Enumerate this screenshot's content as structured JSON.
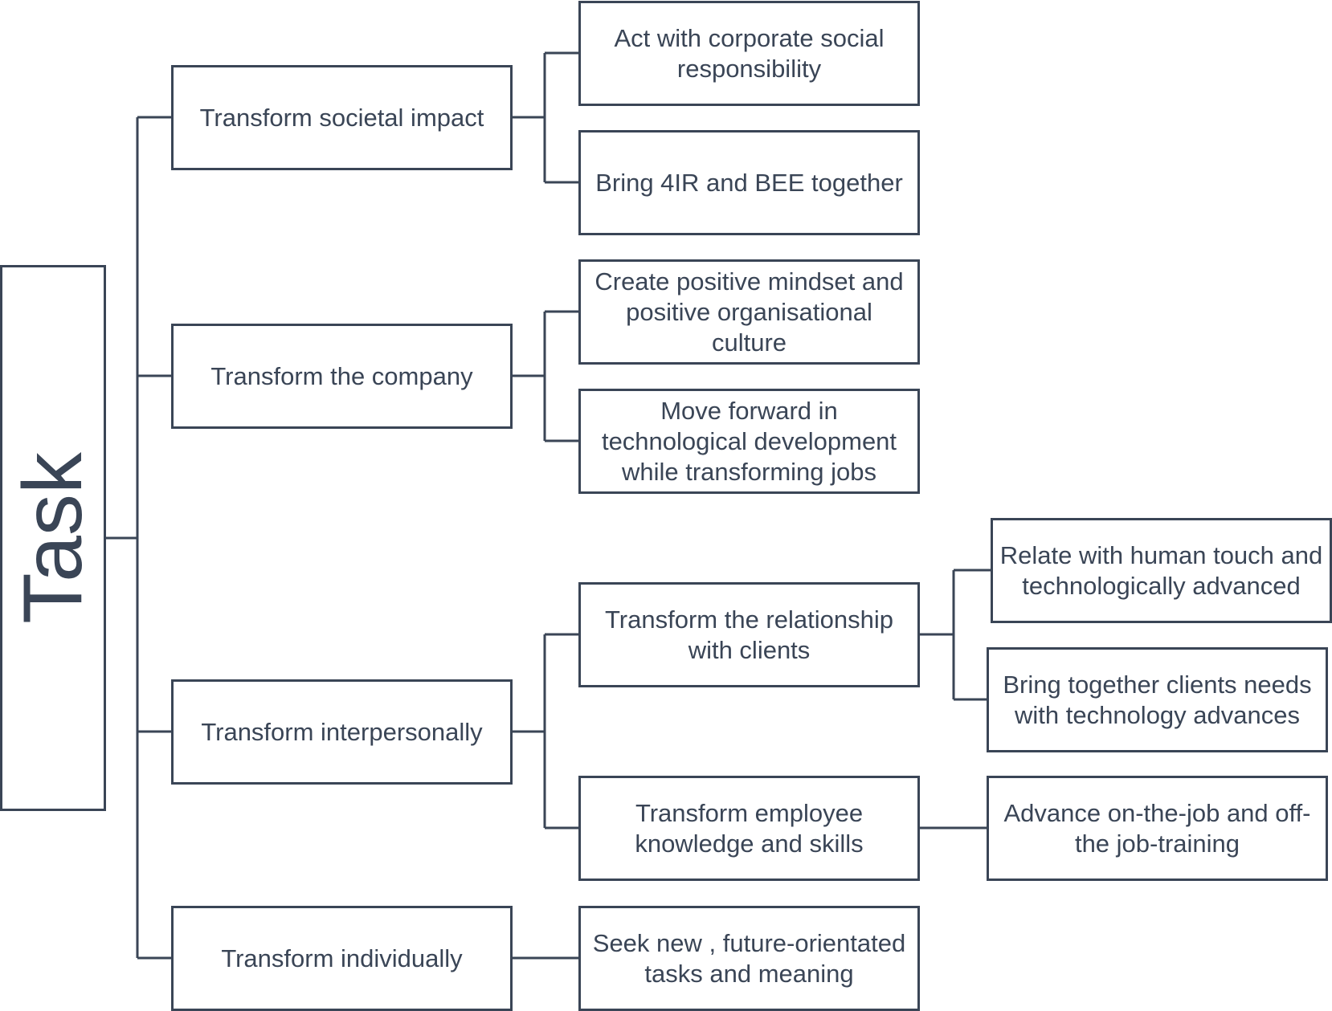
{
  "diagram": {
    "root": {
      "label": "Task"
    },
    "level1": [
      {
        "label": "Transform societal impact"
      },
      {
        "label": "Transform the company"
      },
      {
        "label": "Transform interpersonally"
      },
      {
        "label": "Transform individually"
      }
    ],
    "level2": [
      {
        "label": "Act with corporate social responsibility"
      },
      {
        "label": "Bring 4IR and BEE together"
      },
      {
        "label": "Create positive mindset and positive organisational culture"
      },
      {
        "label": "Move forward in technological development while transforming jobs"
      },
      {
        "label": "Transform the relationship with clients"
      },
      {
        "label": "Transform employee knowledge and skills"
      },
      {
        "label": "Seek new , future-orientated tasks and meaning"
      }
    ],
    "level3": [
      {
        "label": "Relate with human touch and technologically advanced"
      },
      {
        "label": "Bring together clients needs with technology advances"
      },
      {
        "label": "Advance on-the-job and off-the job-training"
      }
    ]
  }
}
